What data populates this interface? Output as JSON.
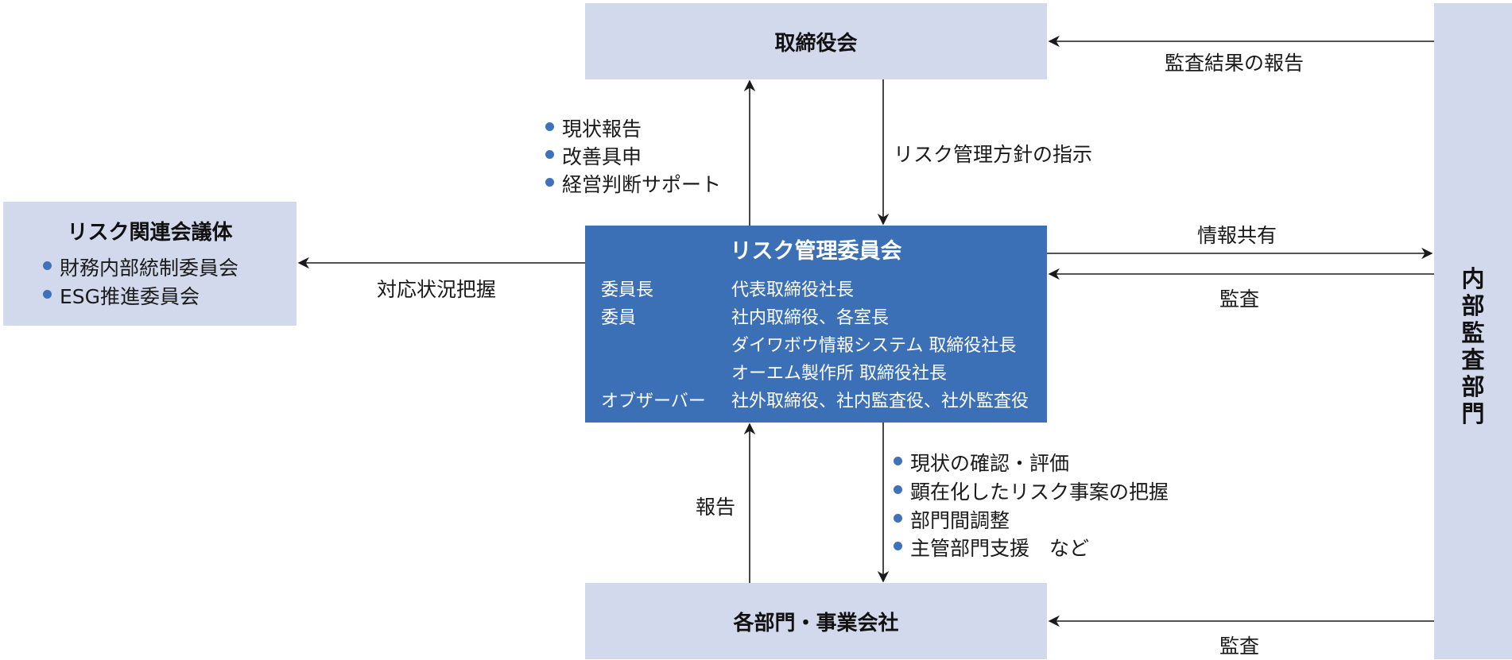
{
  "board": {
    "title": "取締役会"
  },
  "departments": {
    "title": "各部門・事業会社"
  },
  "internal_audit": {
    "title_chars": [
      "内",
      "部",
      "監",
      "査",
      "部",
      "門"
    ]
  },
  "related_bodies": {
    "title": "リスク関連会議体",
    "items": [
      "財務内部統制委員会",
      "ESG推進委員会"
    ]
  },
  "committee": {
    "title": "リスク管理委員会",
    "members": [
      {
        "role": "委員長",
        "names": "代表取締役社長"
      },
      {
        "role": "委員",
        "names": "社内取締役、各室長"
      },
      {
        "role": "",
        "names": "ダイワボウ情報システム 取締役社長"
      },
      {
        "role": "",
        "names": "オーエム製作所 取締役社長"
      },
      {
        "role": "オブザーバー",
        "names": "社外取締役、社内監査役、社外監査役"
      }
    ]
  },
  "labels": {
    "audit_report": "監査結果の報告",
    "risk_policy": "リスク管理方針の指示",
    "info_share": "情報共有",
    "audit_committee": "監査",
    "audit_depts": "監査",
    "status_grasp": "対応状況把握",
    "report": "報告"
  },
  "to_board_items": [
    "現状報告",
    "改善具申",
    "経営判断サポート"
  ],
  "to_depts_items": [
    "現状の確認・評価",
    "顕在化したリスク事案の把握",
    "部門間調整",
    "主管部門支援　など"
  ],
  "colors": {
    "committee_fill": "#3b6fb6",
    "box_fill": "#d3d9ec",
    "bullet": "#3f72b8"
  }
}
